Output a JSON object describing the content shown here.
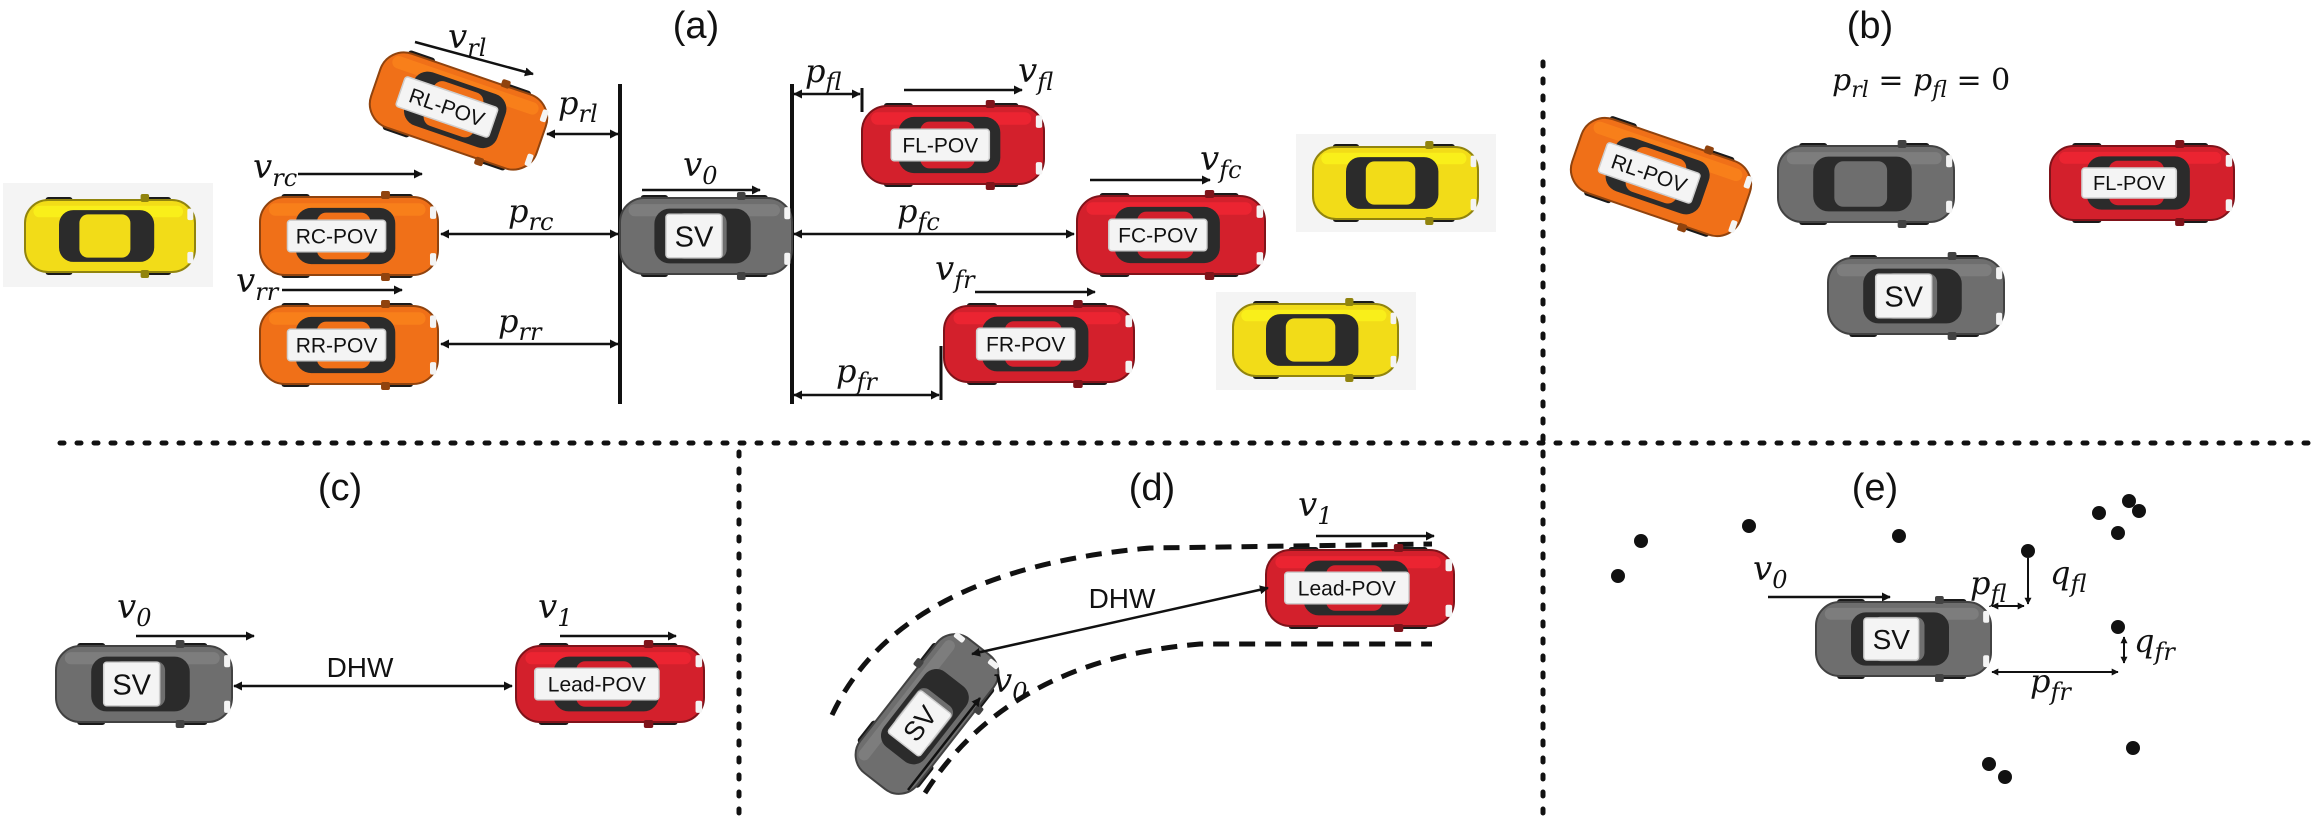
{
  "panels": {
    "a": "(a)",
    "b": "(b)",
    "c": "(c)",
    "d": "(d)",
    "e": "(e)"
  },
  "vehicles": {
    "sv": "SV",
    "rl": "RL-POV",
    "rc": "RC-POV",
    "rr": "RR-POV",
    "fl": "FL-POV",
    "fc": "FC-POV",
    "fr": "FR-POV",
    "lead": "Lead-POV"
  },
  "symbols": {
    "v": "v",
    "p": "p",
    "q": "q",
    "sub_rl": "rl",
    "sub_rc": "rc",
    "sub_rr": "rr",
    "sub_fl": "fl",
    "sub_fc": "fc",
    "sub_fr": "fr",
    "sub_0": "0",
    "sub_1": "1",
    "eq_mid": " = ",
    "eq_end": " = 0"
  },
  "labels": {
    "dhw": "DHW"
  },
  "colors": {
    "sv": "#6e6e6e",
    "orange": "#f07018",
    "red": "#d3202c",
    "yellow": "#f2dc18"
  },
  "icons": [
    "car-icon"
  ]
}
